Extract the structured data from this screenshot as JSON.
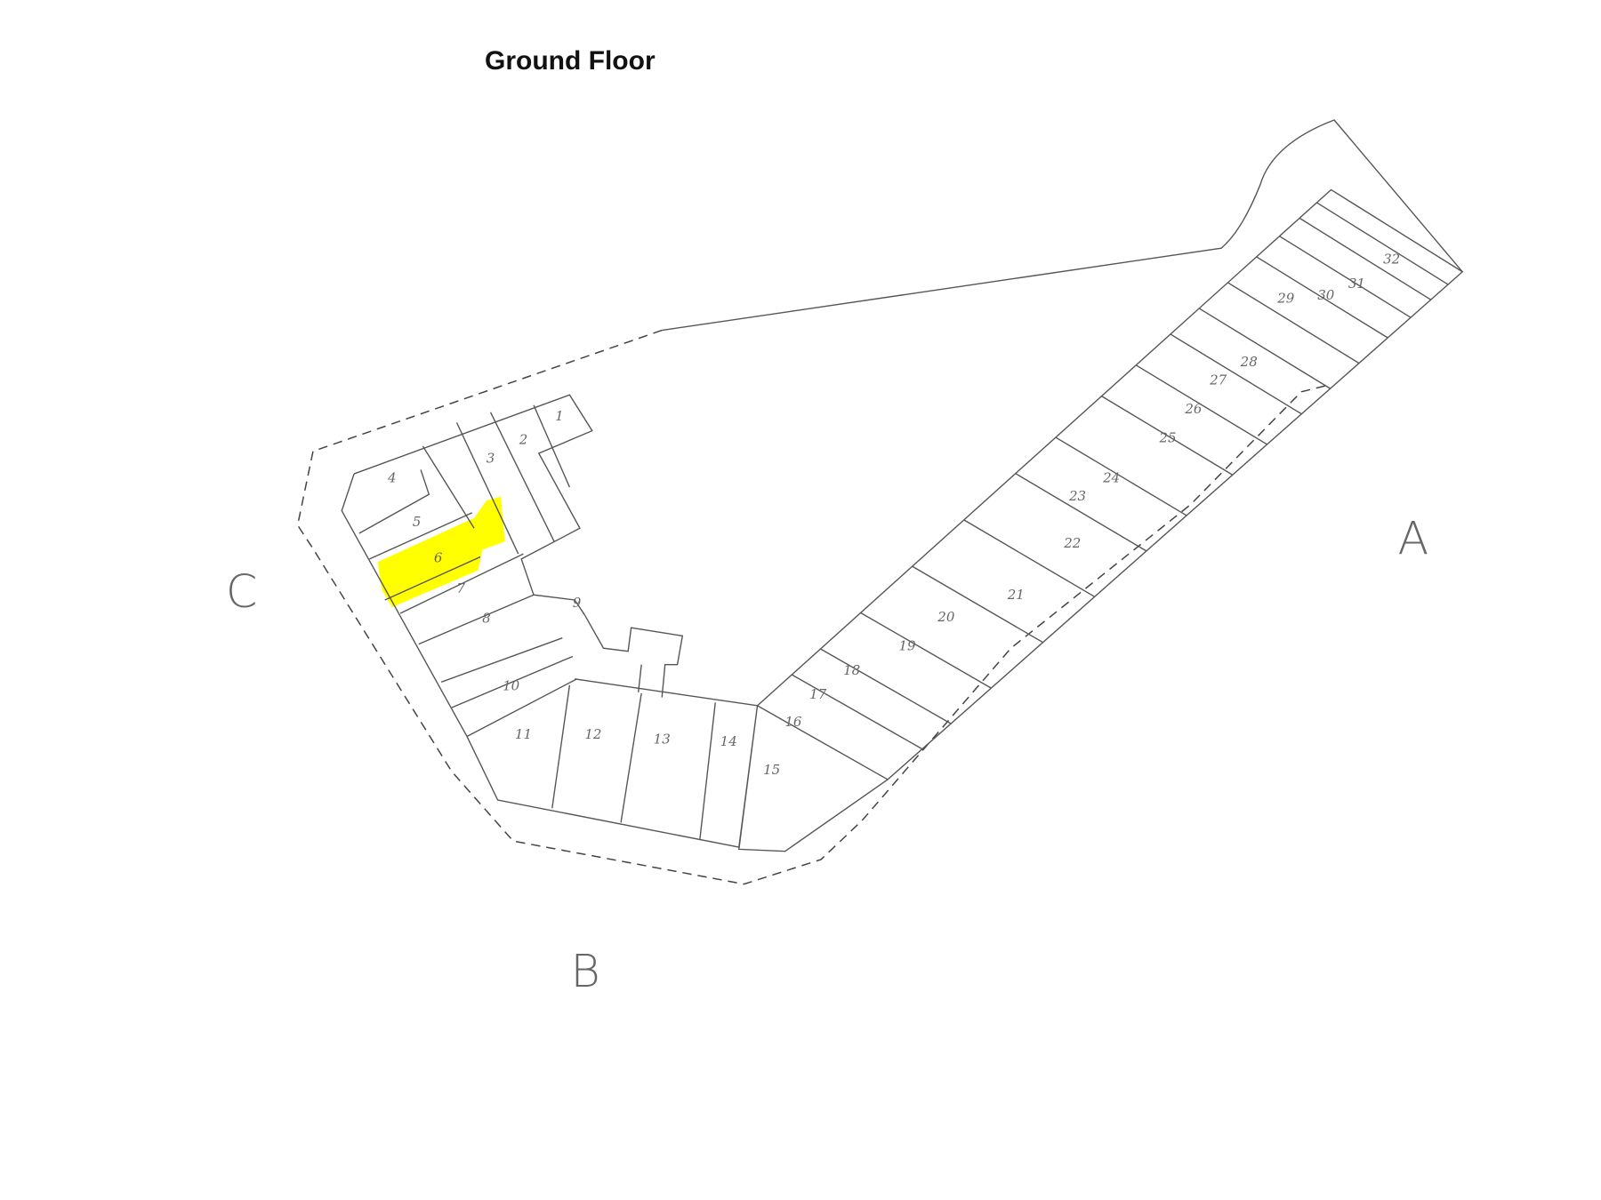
{
  "title": "Ground Floor",
  "wings": {
    "a": "A",
    "b": "B",
    "c": "C"
  },
  "units": [
    "1",
    "2",
    "3",
    "4",
    "5",
    "6",
    "7",
    "8",
    "9",
    "10",
    "11",
    "12",
    "13",
    "14",
    "15",
    "16",
    "17",
    "18",
    "19",
    "20",
    "21",
    "22",
    "23",
    "24",
    "25",
    "26",
    "27",
    "28",
    "29",
    "30",
    "31",
    "32"
  ],
  "highlighted_unit": "6",
  "colors": {
    "highlight": "#ffff00",
    "lines": "#555555"
  }
}
